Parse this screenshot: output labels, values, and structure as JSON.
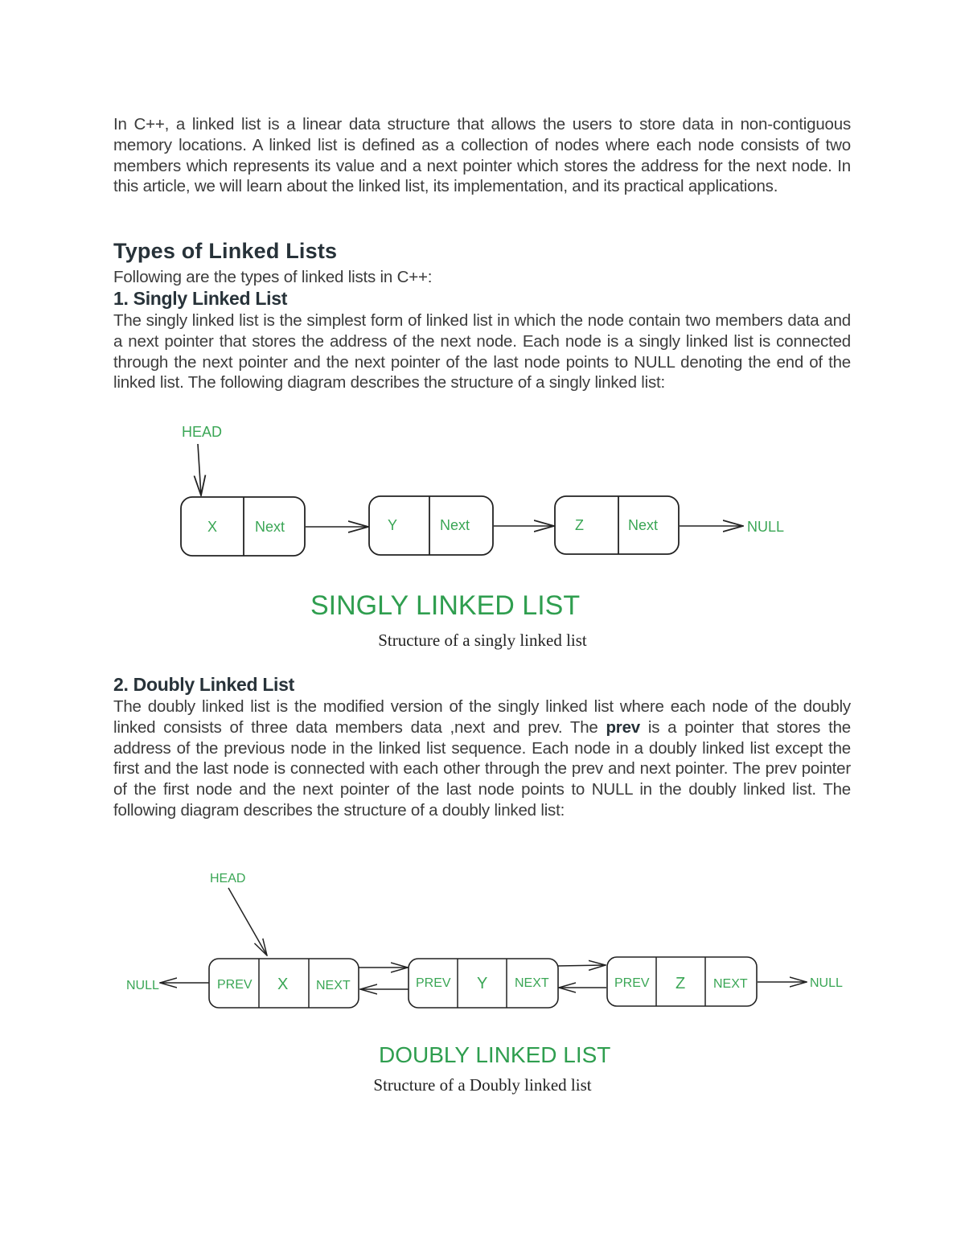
{
  "intro": "In C++, a linked list is a linear data structure that allows the users to store data in non-contiguous memory locations. A linked list is defined as a collection of nodes where each node consists of two members which represents its value and a next pointer which stores the address for the next node. In this article, we will learn about the linked list, its implementation, and its practical applications.",
  "types_heading": "Types of Linked Lists",
  "types_intro": "Following are the types of linked lists in C++:",
  "singly": {
    "heading": "1. Singly Linked List",
    "body": "The singly linked list is the simplest form of linked list in which the node contain two members data and a next pointer that stores the address of the next node. Each node is a singly linked list is connected through the next pointer and the next pointer of the last node points to NULL denoting the end of the linked list. The following diagram describes the structure of a singly linked list:",
    "diagram": {
      "head_label": "HEAD",
      "nodes": [
        {
          "data": "X",
          "next": "Next"
        },
        {
          "data": "Y",
          "next": "Next"
        },
        {
          "data": "Z",
          "next": "Next"
        }
      ],
      "null_label": "NULL",
      "title": "SINGLY LINKED LIST"
    },
    "caption": "Structure of a singly linked list"
  },
  "doubly": {
    "heading": "2. Doubly Linked List",
    "body_before_bold": "The doubly linked list is the modified version of the singly linked list where each node of the doubly linked consists of three data members data ,next and prev. The ",
    "body_bold": "prev",
    "body_after_bold": " is a pointer that stores the address of the previous node in the linked list sequence. Each node in a doubly linked list except the first and the last node is connected with each other through the prev and next pointer. The prev pointer of the first node and the next pointer of the last node points to NULL in the doubly linked list. The following diagram describes the structure of a doubly linked list:",
    "diagram": {
      "head_label": "HEAD",
      "nodes": [
        {
          "prev": "PREV",
          "data": "X",
          "next": "NEXT"
        },
        {
          "prev": "PREV",
          "data": "Y",
          "next": "NEXT"
        },
        {
          "prev": "PREV",
          "data": "Z",
          "next": "NEXT"
        }
      ],
      "null_left_label": "NULL",
      "null_right_label": "NULL",
      "title": "DOUBLY LINKED LIST"
    },
    "caption": "Structure of a Doubly linked list"
  }
}
